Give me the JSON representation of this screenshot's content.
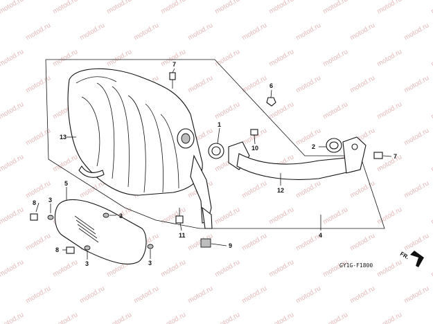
{
  "watermark": {
    "text": "motod.ru",
    "color": "#e6b9b9"
  },
  "diagram_code": "GY1G-F1800",
  "direction_label": "FR.",
  "callouts": {
    "c1": "1",
    "c2": "2",
    "c3a": "3",
    "c3b": "3",
    "c3c": "3",
    "c3d": "3",
    "c4": "4",
    "c5": "5",
    "c6": "6",
    "c7a": "7",
    "c7b": "7",
    "c8a": "8",
    "c8b": "8",
    "c9": "9",
    "c10": "10",
    "c11": "11",
    "c12": "12",
    "c13": "13"
  }
}
